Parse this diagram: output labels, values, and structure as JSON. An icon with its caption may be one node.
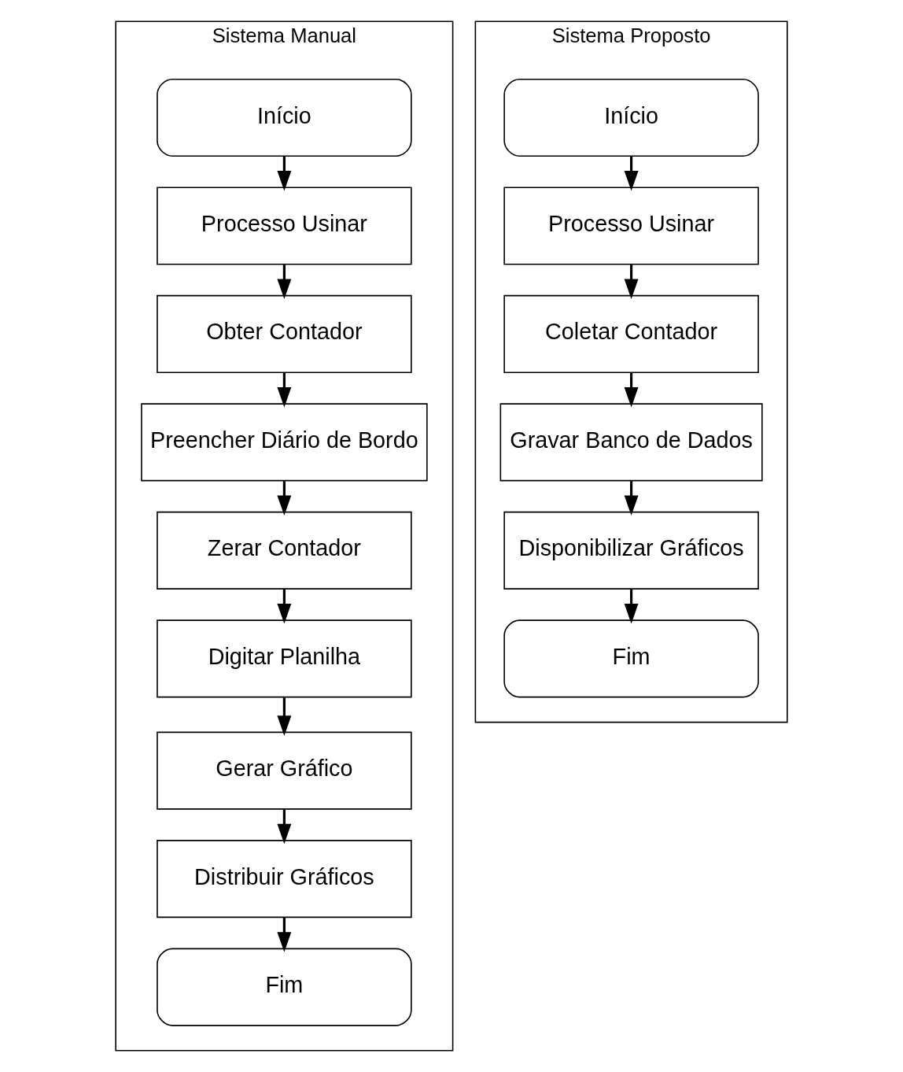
{
  "diagram": {
    "nodes": [
      {
        "text": [
          "Sistema Manual"
        ]
      },
      {
        "text": [
          "Início"
        ],
        "in": 0
      },
      {
        "text": [
          "Processo Usinar"
        ],
        "in": 0
      },
      {
        "text": [
          "Obter Contador"
        ],
        "in": 0
      },
      {
        "text": [
          "Preencher Diário de Bordo"
        ],
        "in": 0
      },
      {
        "text": [
          "Zerar Contador"
        ],
        "in": 0
      },
      {
        "text": [
          "Digitar Planilha"
        ],
        "in": 0
      },
      {
        "text": [
          "Gerar Gráfico"
        ],
        "in": 0
      },
      {
        "text": [
          "Distribuir Gráficos"
        ],
        "in": 0
      },
      {
        "text": [
          "Fim"
        ],
        "in": 0
      },
      {
        "text": [
          "Sistema Proposto"
        ]
      },
      {
        "text": [
          "Início"
        ],
        "in": 10
      },
      {
        "text": [
          "Processo Usinar"
        ],
        "in": 10
      },
      {
        "text": [
          "Coletar Contador"
        ],
        "in": 10
      },
      {
        "text": [
          "Gravar Banco de Dados"
        ],
        "in": 10
      },
      {
        "text": [
          "Disponibilizar Gráficos"
        ],
        "in": 10
      },
      {
        "text": [
          "Fim"
        ],
        "in": 10
      }
    ],
    "edges": [
      {
        "from": 1,
        "to": 2,
        "arrow": "to"
      },
      {
        "from": 2,
        "to": 3,
        "arrow": "to"
      },
      {
        "from": 3,
        "to": 4,
        "arrow": "to"
      },
      {
        "from": 4,
        "to": 5,
        "arrow": "to"
      },
      {
        "from": 5,
        "to": 6,
        "arrow": "to"
      },
      {
        "from": 6,
        "to": 7,
        "arrow": "to"
      },
      {
        "from": 7,
        "to": 8,
        "arrow": "to"
      },
      {
        "from": 8,
        "to": 9,
        "arrow": "to"
      },
      {
        "from": 11,
        "to": 12,
        "arrow": "to"
      },
      {
        "from": 12,
        "to": 13,
        "arrow": "to"
      },
      {
        "from": 13,
        "to": 14,
        "arrow": "to"
      },
      {
        "from": 14,
        "to": 15,
        "arrow": "to"
      },
      {
        "from": 15,
        "to": 16,
        "arrow": "to"
      }
    ]
  }
}
